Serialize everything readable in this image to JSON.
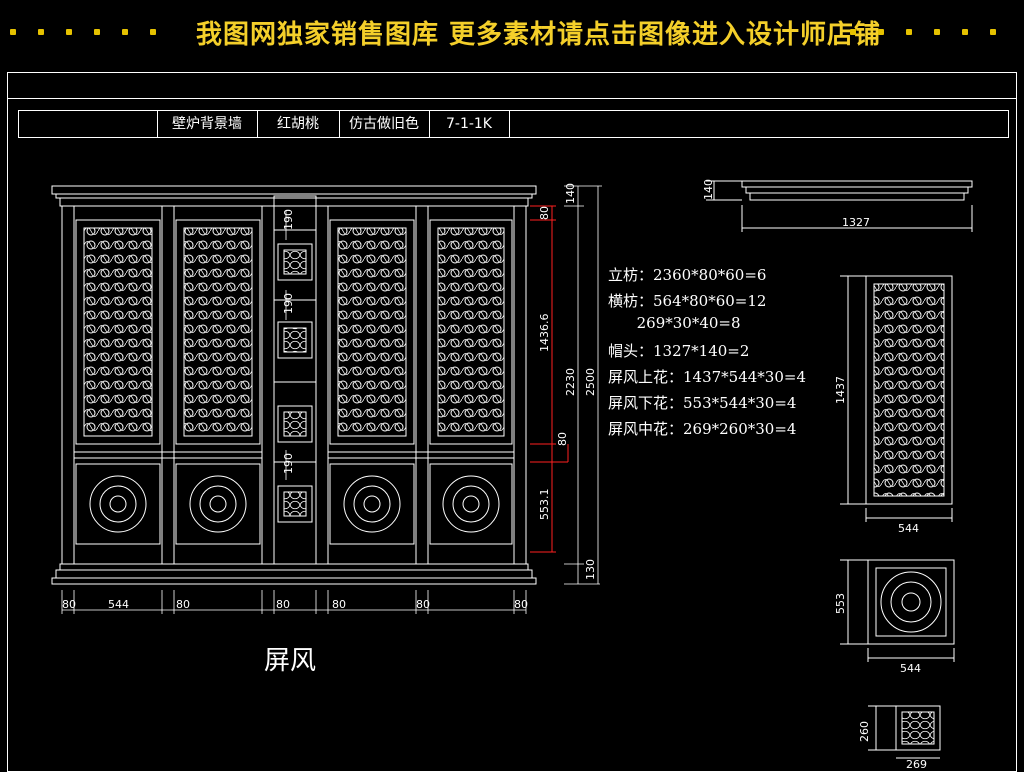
{
  "banner": {
    "text": "我图网独家销售图库  更多素材请点击图像进入设计师店铺"
  },
  "title_block": {
    "cells": [
      "壁炉背景墙",
      "红胡桃",
      "仿古做旧色",
      "7-1-1K"
    ]
  },
  "specs": [
    "立枋：2360*80*60=6",
    "横枋：564*80*60=12",
    "      269*30*40=8",
    "帽头：1327*140=2",
    "屏风上花：1437*544*30=4",
    "屏风下花：553*544*30=4",
    "屏风中花：269*260*30=4"
  ],
  "caption": "屏风",
  "dimensions": {
    "top_cap_height": "140",
    "top_cap_width": "1327",
    "top_cap_right": "140",
    "upper_gap": "80",
    "upper_panel": "1436.6",
    "mid_gap": "80",
    "lower_panel": "553.1",
    "inner_height": "2230",
    "total_height": "2500",
    "base": "130",
    "col_80a": "80",
    "panel_544": "544",
    "col_80b": "80",
    "col_80c": "80",
    "col_80d": "80",
    "col_80e": "80",
    "col_80f": "80",
    "middle_190a": "190",
    "middle_190b": "190",
    "middle_190c": "190",
    "detail_upper_h": "1437",
    "detail_upper_w": "544",
    "detail_lower_h": "553",
    "detail_lower_w": "544",
    "detail_mid_h": "260",
    "detail_mid_w": "269"
  },
  "colors": {
    "banner_text": "#f4cf2a",
    "line": "#ffffff",
    "red_dim": "#ff2020",
    "background": "#000000"
  }
}
